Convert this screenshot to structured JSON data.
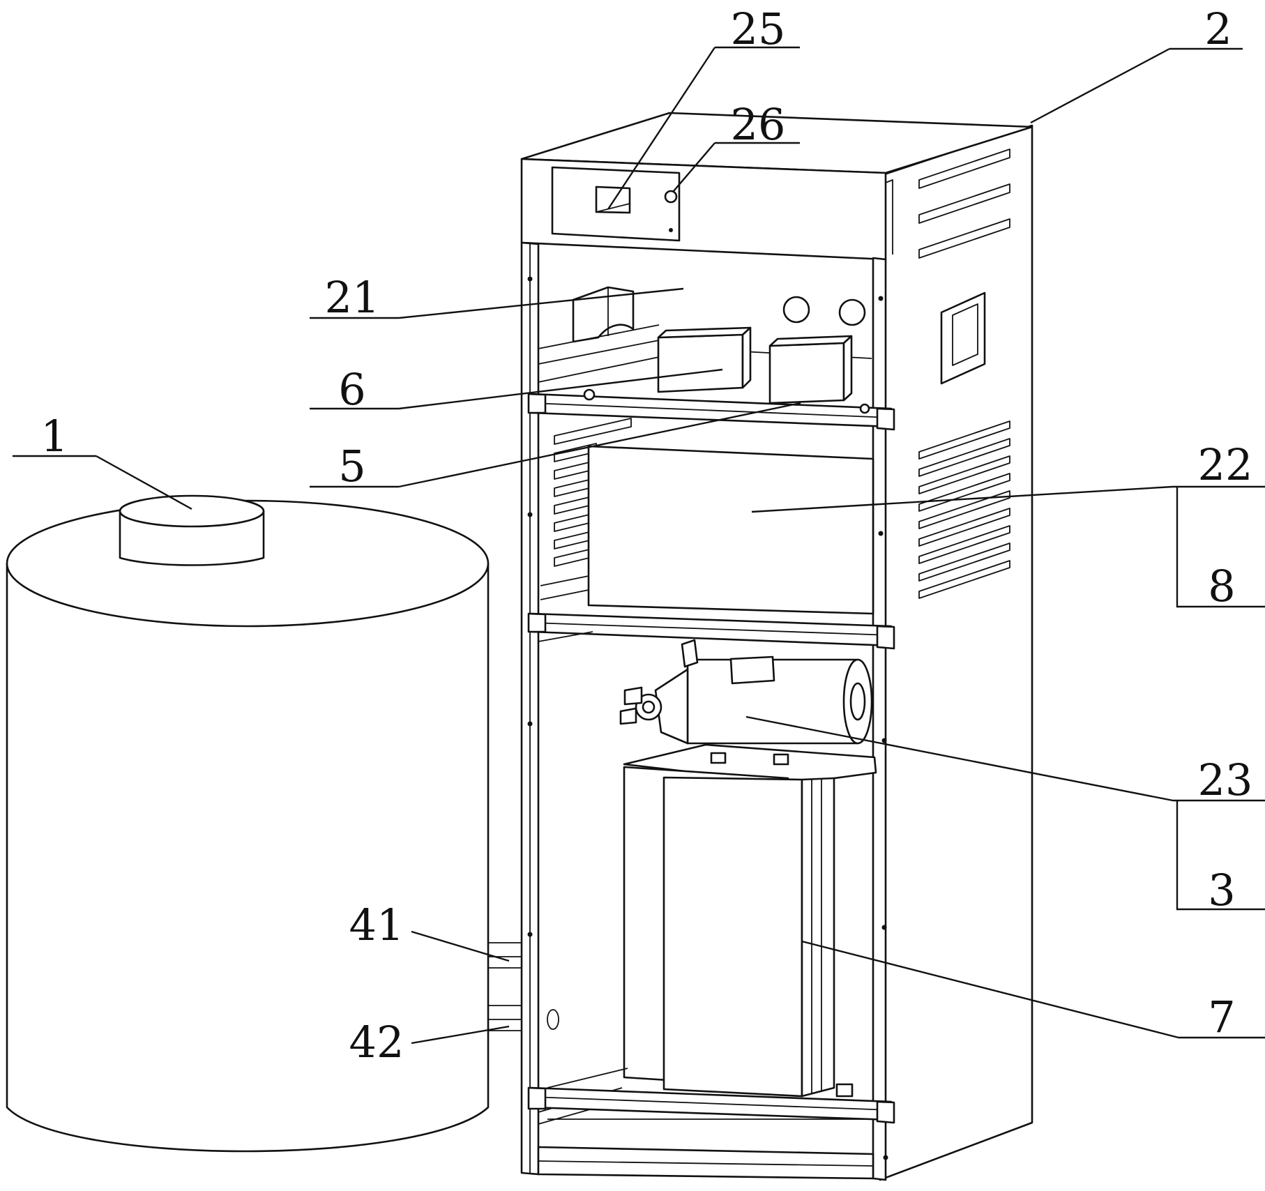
{
  "figure": {
    "labels": {
      "l25": "25",
      "l26": "26",
      "l2": "2",
      "l21": "21",
      "l6": "6",
      "l5": "5",
      "l1": "1",
      "l22": "22",
      "l8": "8",
      "l23": "23",
      "l3": "3",
      "l41": "41",
      "l42": "42",
      "l7": "7"
    }
  }
}
